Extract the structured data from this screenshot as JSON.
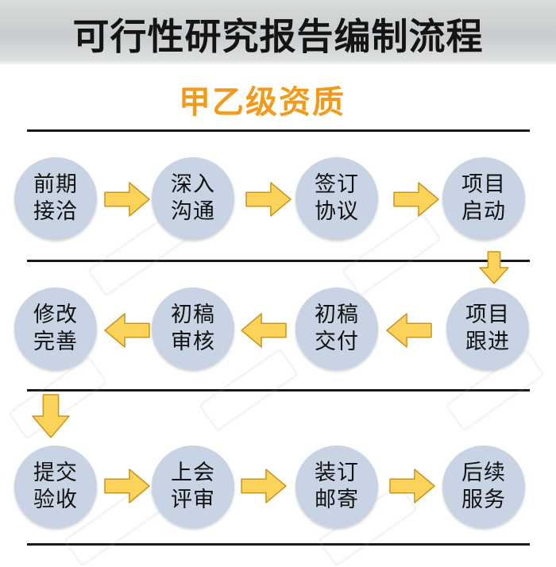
{
  "header": {
    "title": "可行性研究报告编制流程",
    "subtitle": "甲乙级资质"
  },
  "colors": {
    "subtitle": "#f29a1c",
    "node_fill": "#c8d4e3",
    "arrow_fill": "#fbd35a",
    "arrow_stroke": "#c8961e",
    "divider": "#1a1a1a"
  },
  "steps": [
    {
      "line1": "前期",
      "line2": "接洽"
    },
    {
      "line1": "深入",
      "line2": "沟通"
    },
    {
      "line1": "签订",
      "line2": "协议"
    },
    {
      "line1": "项目",
      "line2": "启动"
    },
    {
      "line1": "项目",
      "line2": "跟进"
    },
    {
      "line1": "初稿",
      "line2": "交付"
    },
    {
      "line1": "初稿",
      "line2": "审核"
    },
    {
      "line1": "修改",
      "line2": "完善"
    },
    {
      "line1": "提交",
      "line2": "验收"
    },
    {
      "line1": "上会",
      "line2": "评审"
    },
    {
      "line1": "装订",
      "line2": "邮寄"
    },
    {
      "line1": "后续",
      "line2": "服务"
    }
  ],
  "arrows": [
    {
      "from": 1,
      "to": 2,
      "direction": "right"
    },
    {
      "from": 2,
      "to": 3,
      "direction": "right"
    },
    {
      "from": 3,
      "to": 4,
      "direction": "right"
    },
    {
      "from": 4,
      "to": 5,
      "direction": "down"
    },
    {
      "from": 5,
      "to": 6,
      "direction": "left"
    },
    {
      "from": 6,
      "to": 7,
      "direction": "left"
    },
    {
      "from": 7,
      "to": 8,
      "direction": "left"
    },
    {
      "from": 8,
      "to": 9,
      "direction": "down"
    },
    {
      "from": 9,
      "to": 10,
      "direction": "right"
    },
    {
      "from": 10,
      "to": 11,
      "direction": "right"
    },
    {
      "from": 11,
      "to": 12,
      "direction": "right"
    }
  ]
}
